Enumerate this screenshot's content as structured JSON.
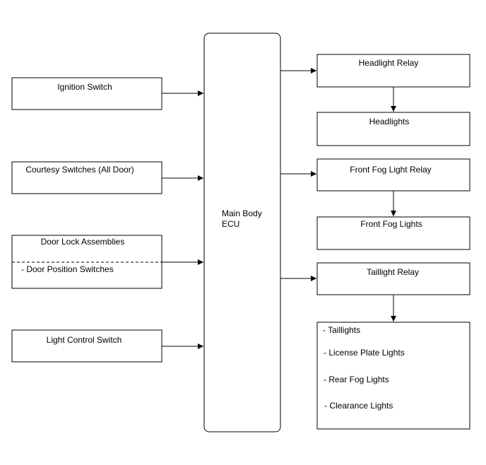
{
  "inputs": {
    "ignition_switch": "Ignition Switch",
    "courtesy_switches": "Courtesy Switches (All Door)",
    "door_lock_assemblies": "Door Lock Assemblies",
    "door_position_switches": "- Door Position Switches",
    "light_control_switch": "Light Control Switch"
  },
  "ecu": {
    "line1": "Main Body",
    "line2": "ECU"
  },
  "outputs": {
    "headlight_relay": "Headlight Relay",
    "headlights": "Headlights",
    "front_fog_light_relay": "Front Fog Light Relay",
    "front_fog_lights": "Front Fog Lights",
    "taillight_relay": "Taillight Relay",
    "taillight_group": [
      "- Taillights",
      "- License Plate Lights",
      "- Rear Fog Lights",
      "- Clearance Lights"
    ]
  }
}
